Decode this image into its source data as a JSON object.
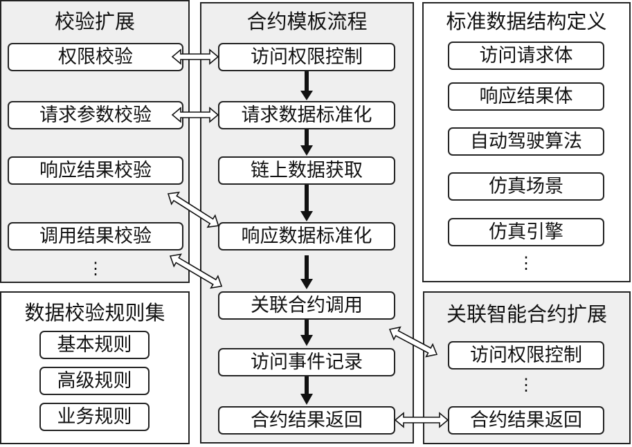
{
  "panels": {
    "validation_ext": {
      "title": "校验扩展",
      "items": [
        "权限校验",
        "请求参数校验",
        "响应结果校验",
        "调用结果校验"
      ],
      "ellipsis": "⋮"
    },
    "template_flow": {
      "title": "合约模板流程",
      "steps": [
        "访问权限控制",
        "请求数据标准化",
        "链上数据获取",
        "响应数据标准化",
        "关联合约调用",
        "访问事件记录",
        "合约结果返回"
      ]
    },
    "std_structs": {
      "title": "标准数据结构定义",
      "items": [
        "访问请求体",
        "响应结果体",
        "自动驾驶算法",
        "仿真场景",
        "仿真引擎"
      ],
      "ellipsis": "⋮"
    },
    "rule_set": {
      "title": "数据校验规则集",
      "items": [
        "基本规则",
        "高级规则",
        "业务规则"
      ]
    },
    "linked_ext": {
      "title": "关联智能合约扩展",
      "items": [
        "访问权限控制",
        "合约结果返回"
      ],
      "ellipsis": "⋮"
    }
  }
}
